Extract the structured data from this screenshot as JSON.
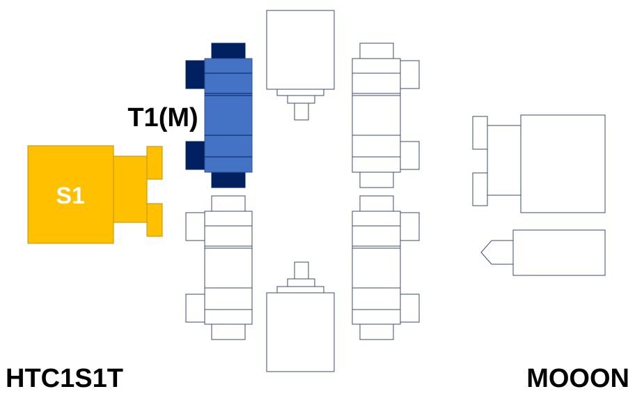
{
  "diagram": {
    "labels": {
      "s1": "S1",
      "t1": "T1(M)",
      "left_caption": "HTC1S1T",
      "right_caption": "MOOON"
    },
    "colors": {
      "spindle_fill": "#FFC000",
      "spindle_stroke": "#BF9000",
      "turret_fill": "#4472C4",
      "turret_stroke": "#2F528F",
      "turret_dark": "#002060",
      "outline": "#3A4A6B",
      "background": "#FFFFFF"
    }
  }
}
